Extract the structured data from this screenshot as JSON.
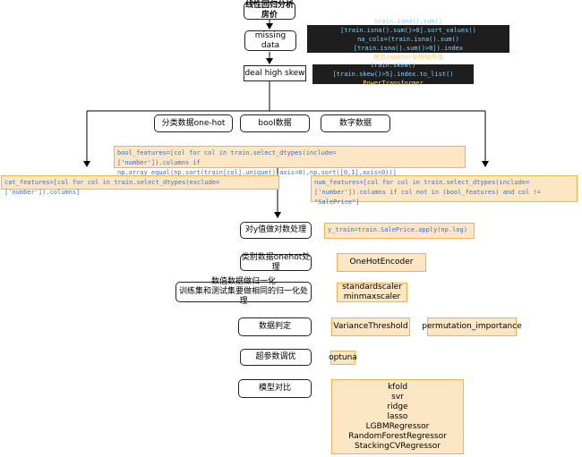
{
  "nodes": {
    "title": "线性回归分析\n房价",
    "missing": "missing data",
    "missing_code_1": "train.isna().sum()[train.isna().sum()>0].sort_values()",
    "missing_code_2": "na_cols=(train.isna().sum()[train.isna().sum()>0]).index",
    "missing_code_3": "使用imputer处理缺失值",
    "skew": "deal high skew",
    "skew_code_1": "train.skew()[train.skew()>5].index.to_list()",
    "skew_code_2": "PowerTransformer",
    "cat": "分类数据one-hot",
    "bool": "bool数据",
    "num": "数字数据",
    "bool_code": "bool_features=[col for col in train.select_dtypes(include=\n['number']).columns if np.array_equal(np.sort(train[col].unique(),axis=0),np.sort([0,1],axis=0))]",
    "cat_code": "cat_features=[col for col in train.select_dtypes(exclude=['number']).columns]",
    "num_code": "num_features=[col for col in train.select_dtypes(include=\n['number']).columns if col not in (bool_features) and col != \"SalePrice\"]",
    "log_y": "对y值做对数处理",
    "log_y_code": "y_train=train.SalePrice.apply(np.log)",
    "onehot": "类别数据onehot处理",
    "onehot_code": "OneHotEncoder",
    "norm": "数值数据做归一化\n训练集和测试集要做相同的归一化处理",
    "norm_code": "standardscaler\nminmaxscaler",
    "judge": "数据判定",
    "judge_code_1": "VarianceThreshold",
    "judge_code_2": "permutation_importance",
    "tune": "超参数调优",
    "tune_code": "optuna",
    "compare": "模型对比",
    "compare_code": "kfold\nsvr\nridge\nlasso\nLGBMRegressor\nRandomForestRegressor\nStackingCVRegressor"
  },
  "colors": {
    "orange_fill": "#fde6c4",
    "orange_border": "#f2b24e",
    "dark_fill": "#1e1e1e",
    "code_blue": "#3a6fd6"
  }
}
